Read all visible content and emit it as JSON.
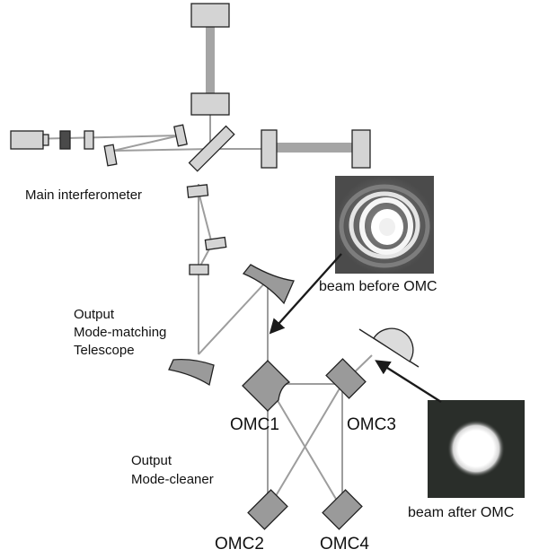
{
  "labels": {
    "main_interferometer": "Main interferometer",
    "telescope_line1": "Output",
    "telescope_line2": "Mode-matching",
    "telescope_line3": "Telescope",
    "cleaner_line1": "Output",
    "cleaner_line2": "Mode-cleaner",
    "omc1": "OMC1",
    "omc2": "OMC2",
    "omc3": "OMC3",
    "omc4": "OMC4",
    "beam_before": "beam before OMC",
    "beam_after": "beam after OMC"
  },
  "colors": {
    "optic_fill": "#d4d4d4",
    "mirror_dark": "#9a9a9a",
    "dark_element": "#4a4a4a",
    "beam": "#9d9d9d",
    "arm": "#a5a5a5",
    "arrow": "#1a1a1a"
  }
}
